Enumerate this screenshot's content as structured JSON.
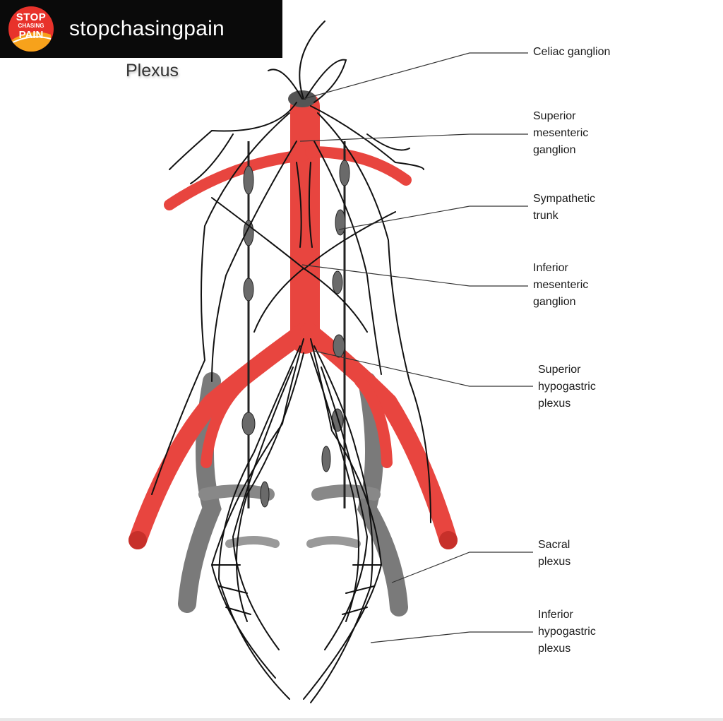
{
  "header": {
    "username": "stopchasingpain",
    "logo": {
      "line1": "STOP",
      "line2": "CHASING",
      "line3": "PAIN",
      "color": "#e8322b"
    }
  },
  "diagram": {
    "title": "Plexus",
    "labels": [
      {
        "id": "celiac",
        "lines": [
          "Celiac ganglion"
        ]
      },
      {
        "id": "sup-mes",
        "lines": [
          "Superior",
          "mesenteric",
          "ganglion"
        ]
      },
      {
        "id": "symp",
        "lines": [
          "Sympathetic",
          "trunk"
        ]
      },
      {
        "id": "inf-mes",
        "lines": [
          "Inferior",
          "mesenteric",
          "ganglion"
        ]
      },
      {
        "id": "sup-hyp",
        "lines": [
          "Superior",
          "hypogastric",
          "plexus"
        ]
      },
      {
        "id": "sacral",
        "lines": [
          "Sacral",
          "plexus"
        ]
      },
      {
        "id": "inf-hyp",
        "lines": [
          "Inferior",
          "hypogastric",
          "plexus"
        ]
      }
    ],
    "colors": {
      "artery": "#e8453f",
      "nerve": "#111111",
      "bone": "#6e6e6e"
    }
  }
}
